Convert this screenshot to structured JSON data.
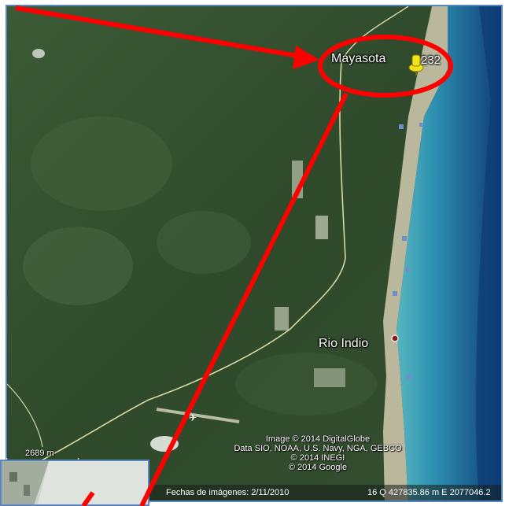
{
  "places": [
    {
      "name": "Mayasota"
    },
    {
      "name": "Rio Indio"
    }
  ],
  "pin": {
    "number": "232",
    "icon": "pushpin-icon",
    "color": "#f2e21c"
  },
  "highlight": {
    "color": "#ff0000"
  },
  "credits": [
    "Image © 2014 DigitalGlobe",
    "Data SIO, NOAA, U.S. Navy, NGA, GEBCO",
    "© 2014 INEGI",
    "© 2014 Google"
  ],
  "status": {
    "imagery_date": "Fechas de imágenes: 2/11/2010",
    "coordinates": "16 Q 427835.86 m E 2077046.2"
  },
  "scale": {
    "label": "2689 m"
  },
  "colors": {
    "forest": "#2f4a2b",
    "coast": "#c9c3a8",
    "shallow_water": "#3fa3b2",
    "deep_water": "#0d3a73",
    "frame": "#5b86c4"
  }
}
